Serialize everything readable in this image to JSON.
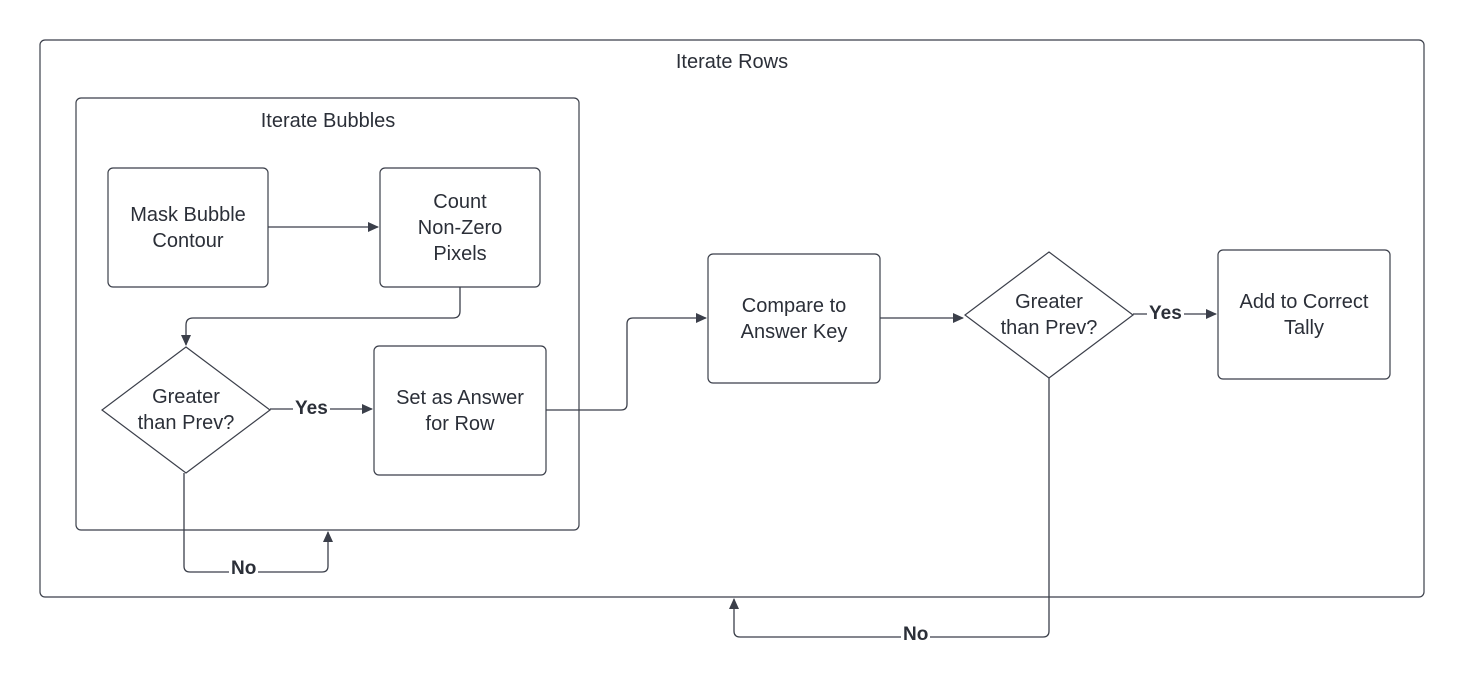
{
  "groups": {
    "outer_title": "Iterate Rows",
    "inner_title": "Iterate Bubbles"
  },
  "nodes": {
    "mask": "Mask Bubble\nContour",
    "count": "Count\nNon-Zero\nPixels",
    "decision_inner": "Greater\nthan Prev?",
    "set_answer": "Set as Answer\nfor Row",
    "compare": "Compare to\nAnswer Key",
    "decision_outer": "Greater\nthan Prev?",
    "add_tally": "Add to Correct\nTally"
  },
  "edge_labels": {
    "inner_yes": "Yes",
    "inner_no": "No",
    "outer_yes": "Yes",
    "outer_no": "No"
  },
  "colors": {
    "stroke": "#3b3f4a",
    "text": "#2b2f38",
    "background": "#ffffff"
  }
}
